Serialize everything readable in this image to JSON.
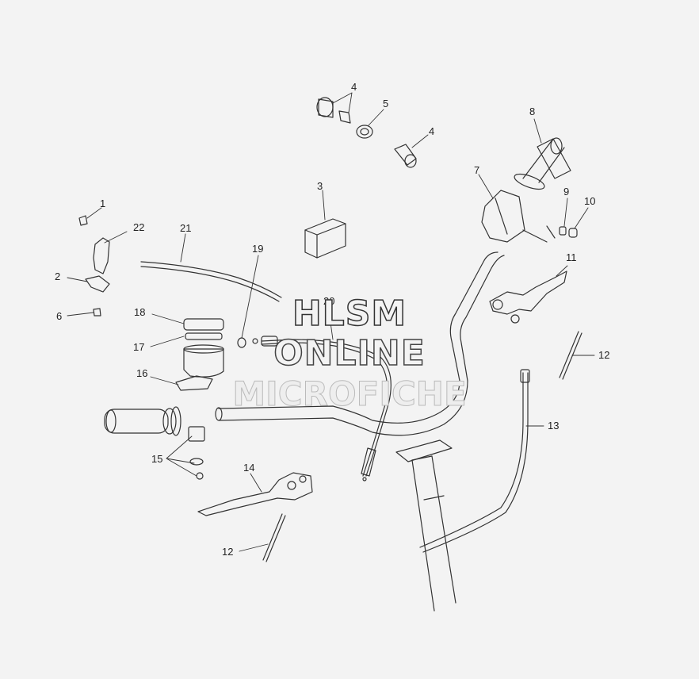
{
  "callouts": {
    "c1": "1",
    "c2": "2",
    "c3": "3",
    "c4a": "4",
    "c4b": "4",
    "c5": "5",
    "c6": "6",
    "c7": "7",
    "c8": "8",
    "c9": "9",
    "c10": "10",
    "c11": "11",
    "c12a": "12",
    "c12b": "12",
    "c13": "13",
    "c14": "14",
    "c15": "15",
    "c16": "16",
    "c17": "17",
    "c18": "18",
    "c19": "19",
    "c20": "20",
    "c21": "21",
    "c22": "22"
  },
  "watermark": {
    "line1": "HLSM",
    "line2": "ONLINE",
    "line3": "MICROFICHE"
  },
  "colors": {
    "line": "#333333",
    "background": "#f3f3f3"
  }
}
